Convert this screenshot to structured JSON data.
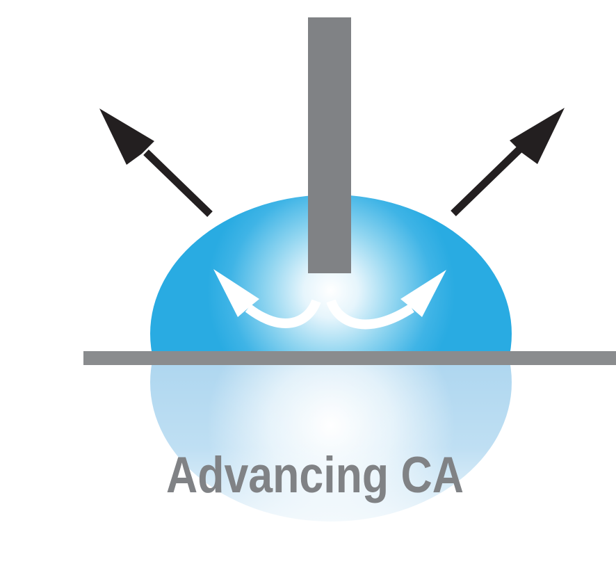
{
  "caption": {
    "text": "Advancing CA"
  },
  "icons": {
    "needle": "dosing-needle",
    "left_outward_arrow": "diagonal-up-left-arrow",
    "right_outward_arrow": "diagonal-up-right-arrow",
    "left_spreading_arrow": "curved-up-left-arrow",
    "right_spreading_arrow": "curved-up-right-arrow"
  },
  "colors": {
    "background": "#FFFFFF",
    "needle_gray": "#808285",
    "surface_gray": "#8A8C8E",
    "arrow_black": "#231F20",
    "spread_arrow_white": "#FFFFFF",
    "caption_gray": "#808285",
    "droplet_glow": "#FFFFFF",
    "droplet_pale_blue": "#E6F5FC",
    "droplet_light_blue": "#90D5F0",
    "droplet_deep_blue": "#3FB4E6",
    "droplet_blue": "#29ABE2",
    "reflection_glow": "#FFFFFF",
    "reflection_mid_blue": "#E2F1FA",
    "reflection_blue": "#AFD7F0"
  }
}
